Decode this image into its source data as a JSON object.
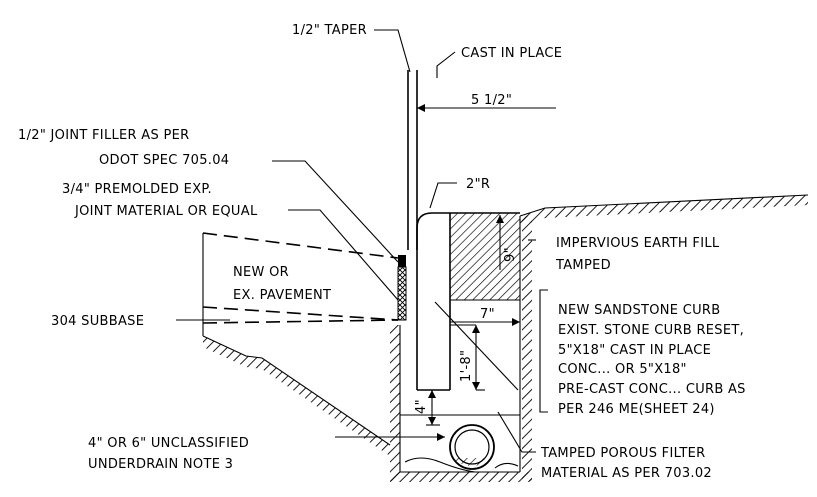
{
  "labels": {
    "taper": "1/2\" TAPER",
    "cast_in_place": "CAST IN PLACE",
    "width_dim": "5 1/2\"",
    "joint_filler_1": "1/2\" JOINT FILLER AS PER",
    "joint_filler_2": "ODOT SPEC 705.04",
    "premolded_1": "3/4\" PREMOLDED EXP.",
    "premolded_2": "JOINT MATERIAL OR EQUAL",
    "radius": "2\"R",
    "impervious_1": "IMPERVIOUS EARTH FILL",
    "impervious_2": "TAMPED",
    "pavement_1": "NEW OR",
    "pavement_2": "EX. PAVEMENT",
    "subbase": "304 SUBBASE",
    "dim_9": "9\"",
    "dim_7": "7\"",
    "dim_1_8": "1'-8\"",
    "dim_4": "4\"",
    "curb_1": "NEW SANDSTONE CURB",
    "curb_2": "EXIST. STONE CURB RESET,",
    "curb_3": "5\"X18\" CAST IN PLACE",
    "curb_4": "CONC... OR 5\"X18\"",
    "curb_5": "PRE-CAST CONC... CURB AS",
    "curb_6": "PER 246 ME(SHEET 24)",
    "underdrain_1": "4\" OR 6\" UNCLASSIFIED",
    "underdrain_2": "UNDERDRAIN NOTE 3",
    "filter_1": "TAMPED POROUS FILTER",
    "filter_2": "MATERIAL AS PER 703.02"
  }
}
